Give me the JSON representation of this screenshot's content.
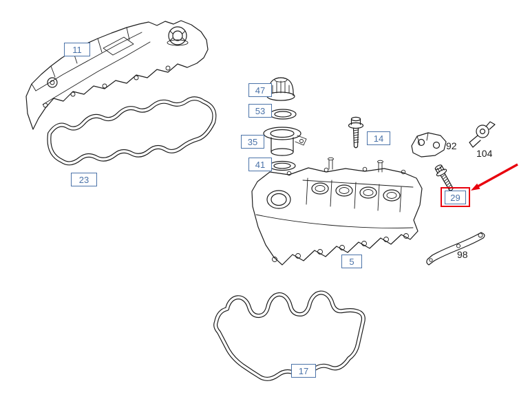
{
  "colors": {
    "background": "#ffffff",
    "line": "#1c1c1c",
    "callout-blue": "#4a72a8",
    "plain-text": "#1c1c1c",
    "highlight-red": "#e8000d"
  },
  "callouts": {
    "c11": {
      "label": "11",
      "boxed": true
    },
    "c23": {
      "label": "23",
      "boxed": true
    },
    "c47": {
      "label": "47",
      "boxed": true
    },
    "c53": {
      "label": "53",
      "boxed": true
    },
    "c35": {
      "label": "35",
      "boxed": true
    },
    "c41": {
      "label": "41",
      "boxed": true
    },
    "c14": {
      "label": "14",
      "boxed": true
    },
    "c92": {
      "label": "92",
      "boxed": false
    },
    "c104": {
      "label": "104",
      "boxed": false
    },
    "c29": {
      "label": "29",
      "boxed": true,
      "highlighted": true
    },
    "c5": {
      "label": "5",
      "boxed": true
    },
    "c98": {
      "label": "98",
      "boxed": false
    },
    "c17": {
      "label": "17",
      "boxed": true
    }
  },
  "highlight": {
    "target_label": "29",
    "marker": "red box with red arrow"
  }
}
